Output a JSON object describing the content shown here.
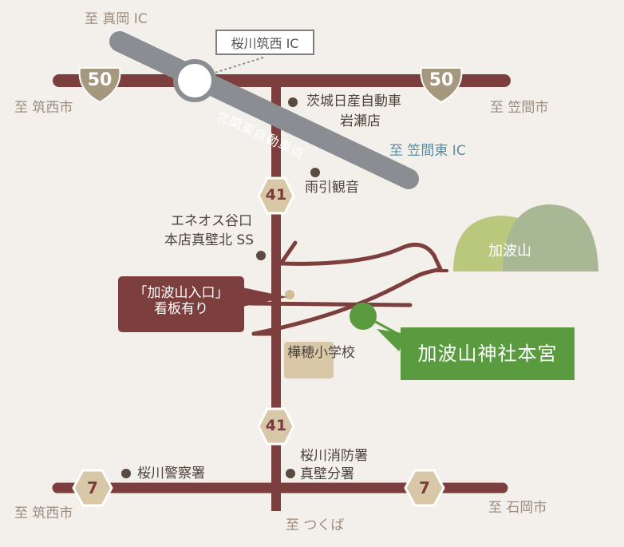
{
  "map": {
    "directions": {
      "north": "至 真岡 IC",
      "west_top": "至 筑西市",
      "east_top": "至 笠間市",
      "kasama_east_ic": "至 笠間東 IC",
      "west_bottom": "至 筑西市",
      "east_bottom": "至 石岡市",
      "south": "至 つくば"
    },
    "interchange_label": "桜川筑西 IC",
    "expressway_label": "北関東自動車道",
    "routes": {
      "r50_left": "50",
      "r50_right": "50",
      "r41_top": "41",
      "r41_bottom": "41",
      "r7_left": "7",
      "r7_right": "7"
    },
    "pois": {
      "toyota_line1": "茨城日産自動車",
      "toyota_line2": "岩瀬店",
      "amabiki": "雨引観音",
      "eneos_line1": "エネオス谷口",
      "eneos_line2": "本店真壁北 SS",
      "school": "樺穂小学校",
      "fire_line1": "桜川消防署",
      "fire_line2": "真壁分署",
      "police": "桜川警察署"
    },
    "callout_line1": "「加波山入口」",
    "callout_line2": "看板有り",
    "shrine": "加波山神社本宮",
    "mountain": "加波山",
    "colors": {
      "road": "#7d3e3e",
      "expressway": "#8a8d91",
      "shield": "#a6987e",
      "shrine": "#5b9b3f",
      "background": "#f3efea"
    }
  }
}
